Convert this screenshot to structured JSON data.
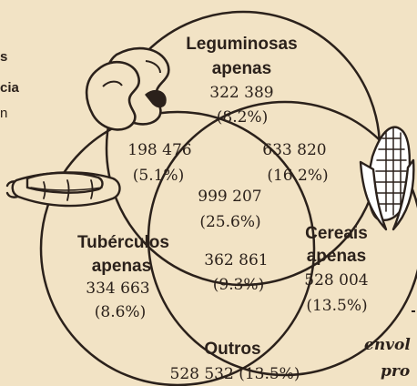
{
  "left_fragments": [
    "s",
    "cia",
    "n"
  ],
  "right_fragments": [
    "envol",
    "pro"
  ],
  "regions": {
    "legumes": {
      "label_lines": [
        "Leguminosas",
        "apenas"
      ],
      "count": "322 389",
      "percent": "(8.2%)"
    },
    "legumes_tubers": {
      "count": "198 476",
      "percent": "(5.1%)"
    },
    "legumes_cereals": {
      "count": "633 820",
      "percent": "(16.2%)"
    },
    "all_three": {
      "count": "999 207",
      "percent": "(25.6%)"
    },
    "tubers": {
      "label_lines": [
        "Tubérculos",
        "apenas"
      ],
      "count": "334 663",
      "percent": "(8.6%)"
    },
    "tubers_cereals": {
      "count": "362 861",
      "percent": "(9.3%)"
    },
    "cereals": {
      "label_lines": [
        "Cereais",
        "apenas"
      ],
      "count": "528 004",
      "percent": "(13.5%)"
    },
    "others": {
      "label": "Outros",
      "value": "528 532 (13.5%)"
    }
  },
  "icons": [
    "bean-icon",
    "cassava-icon",
    "corn-icon"
  ],
  "colors": {
    "background": "#f2e3c5",
    "ink": "#2b211b",
    "corn_husk": "#ffffff"
  }
}
